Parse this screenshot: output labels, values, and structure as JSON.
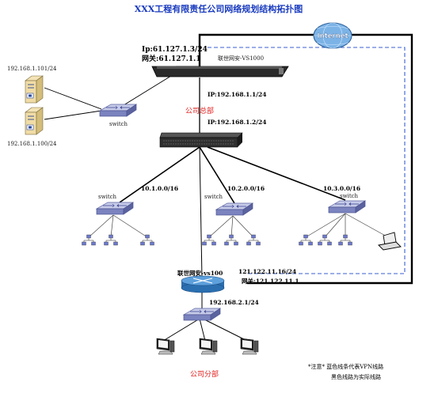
{
  "title": "XXX工程有限责任公司网络规划结构拓扑图",
  "colors": {
    "title": "#1a3bbf",
    "vpn_line": "#3a5fd0",
    "real_line": "#000000",
    "red_text": "#e0211f",
    "switch_face": "#8b93c9"
  },
  "internet": {
    "label": "Internet"
  },
  "hq_firewall": {
    "name": "联世网安-VS1000",
    "wan_ip": "Ip:61.127.1.3/24",
    "wan_gateway": "网关:61.127.1.1",
    "lan_ip": "IP:192.168.1.1/24"
  },
  "hq_label": "公司总部",
  "core_switch": {
    "ip": "IP:192.168.1.2/24"
  },
  "server_switch": {
    "label": "switch"
  },
  "servers": [
    {
      "ip": "192.168.1.101/24"
    },
    {
      "ip": "192.168.1.100/24"
    }
  ],
  "access_switches": [
    {
      "label": "switch",
      "subnet": "10.1.0.0/16"
    },
    {
      "label": "switch",
      "subnet": "10.2.0.0/16"
    },
    {
      "label": "switch",
      "subnet": "10.3.0.0/16"
    }
  ],
  "branch_firewall": {
    "name": "联世网安-vs100",
    "wan_ip": "121.122.11.16/24",
    "wan_gateway": "网关:121.122.11.1",
    "lan_ip": "192.168.2.1/24"
  },
  "branch_label": "公司分部",
  "notes": {
    "line1": "*注意* 蓝色线条代表VPN线路",
    "line2": "黑色线路为实际线路"
  }
}
